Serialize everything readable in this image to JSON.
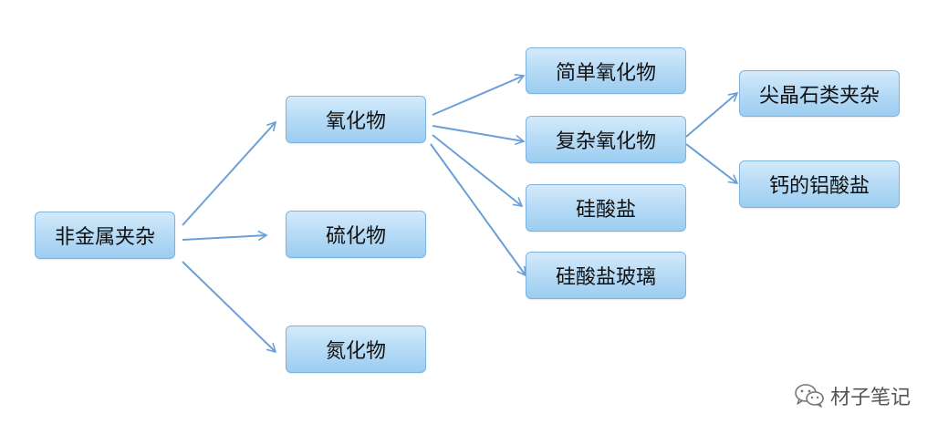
{
  "diagram": {
    "nodes": {
      "root": "非金属夹杂",
      "oxide": "氧化物",
      "sulfide": "硫化物",
      "nitride": "氮化物",
      "simple_oxide": "简单氧化物",
      "complex_oxide": "复杂氧化物",
      "silicate": "硅酸盐",
      "silicate_glass": "硅酸盐玻璃",
      "spinel": "尖晶石类夹杂",
      "calcium_aluminate": "钙的铝酸盐"
    },
    "edges": [
      {
        "from": "root",
        "to": "oxide"
      },
      {
        "from": "root",
        "to": "sulfide"
      },
      {
        "from": "root",
        "to": "nitride"
      },
      {
        "from": "oxide",
        "to": "simple_oxide"
      },
      {
        "from": "oxide",
        "to": "complex_oxide"
      },
      {
        "from": "oxide",
        "to": "silicate"
      },
      {
        "from": "oxide",
        "to": "silicate_glass"
      },
      {
        "from": "complex_oxide",
        "to": "spinel"
      },
      {
        "from": "complex_oxide",
        "to": "calcium_aluminate"
      }
    ],
    "colors": {
      "arrow": "#6b9fd8",
      "node_border": "#7fb3df",
      "node_fill": "#b8dcf6"
    }
  },
  "watermark": {
    "text": "材子笔记",
    "icon": "wechat-icon"
  }
}
